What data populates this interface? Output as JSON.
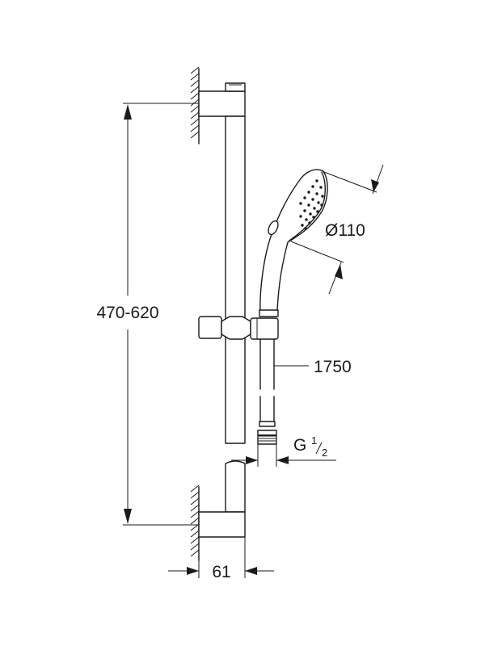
{
  "dimensions": {
    "height_range": "470-620",
    "head_diameter": "Ø110",
    "hose_length": "1750",
    "thread_main": "G",
    "thread_num": "1",
    "thread_den": "2",
    "wall_offset": "61"
  }
}
